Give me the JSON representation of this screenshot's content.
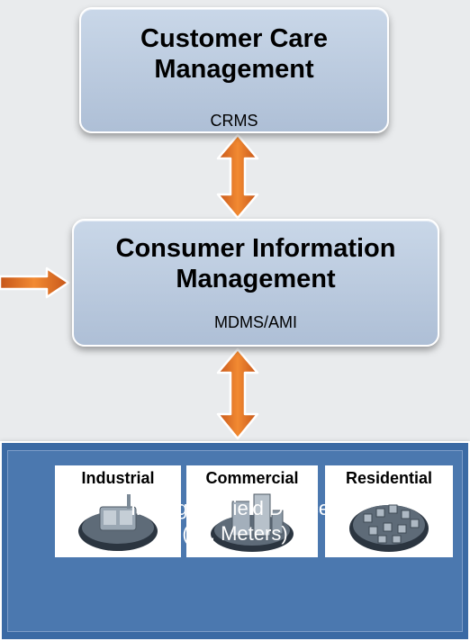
{
  "care": {
    "title_line1": "Customer Care",
    "title_line2": "Management",
    "sub": "CRMS"
  },
  "info": {
    "title_line1": "Consumer Information",
    "title_line2": "Management",
    "sub": "MDMS/AMI"
  },
  "devices": {
    "industrial": "Industrial",
    "commercial": "Commercial",
    "residential": "Residential",
    "caption_line1": "Intelligent Field Devices",
    "caption_line2": "(i.e. Meters)"
  },
  "colors": {
    "arrow": "#e8731e",
    "box": "#b9c9de",
    "panel": "#3b6aa4"
  }
}
